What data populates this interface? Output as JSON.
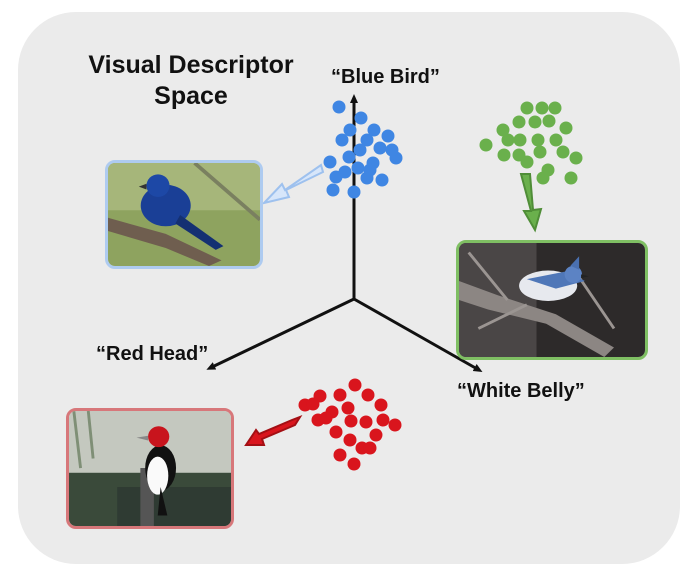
{
  "title": {
    "line1": "Visual Descriptor",
    "line2": "Space"
  },
  "axes": {
    "blue_bird": "“Blue Bird”",
    "red_head": "“Red Head”",
    "white_belly": "“White Belly”"
  },
  "clusters": [
    {
      "name": "blue-bird-cluster",
      "color": "#3f86e3"
    },
    {
      "name": "green-cluster",
      "color": "#6ab04c"
    },
    {
      "name": "red-cluster",
      "color": "#d9151d"
    }
  ],
  "photos": [
    {
      "name": "indigo-bunting-photo",
      "border": "#aecbf0"
    },
    {
      "name": "blue-jay-photo",
      "border": "#7fbf63"
    },
    {
      "name": "red-headed-woodpecker-photo",
      "border": "#d7777a"
    }
  ],
  "colors": {
    "panel": "#ebebeb",
    "axis": "#111111"
  }
}
